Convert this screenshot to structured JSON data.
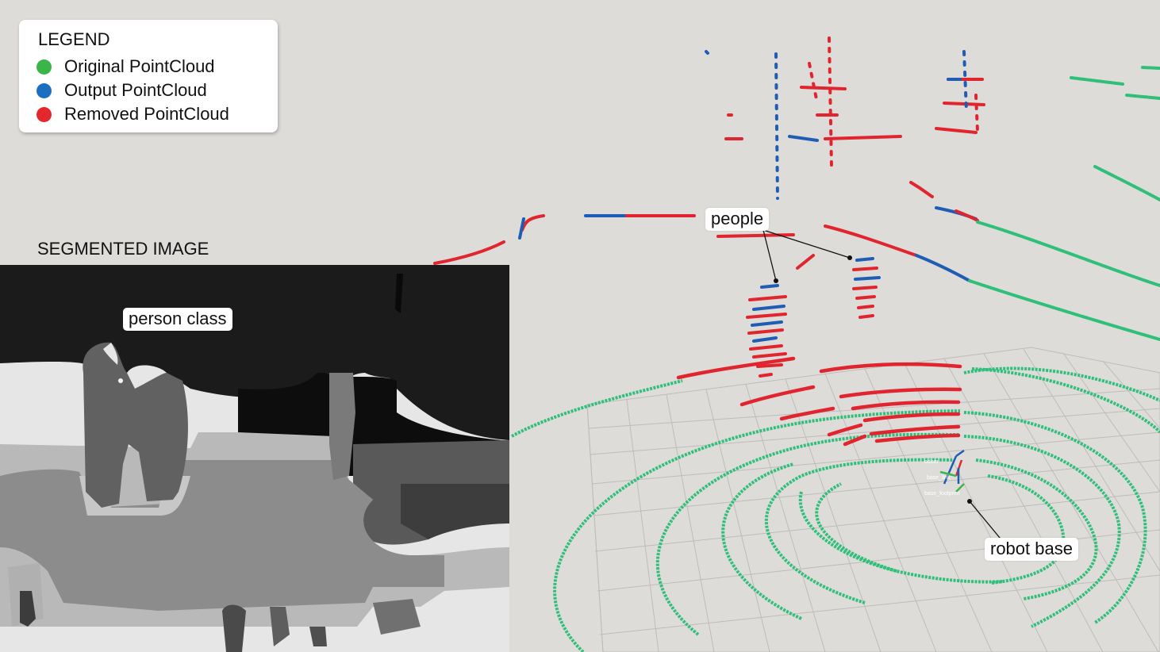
{
  "legend": {
    "title": "LEGEND",
    "items": [
      {
        "label": "Original PointCloud",
        "color": "#3ab54a"
      },
      {
        "label": "Output PointCloud",
        "color": "#1b6fc0"
      },
      {
        "label": "Removed PointCloud",
        "color": "#e4262d"
      }
    ]
  },
  "segmented_image": {
    "title": "SEGMENTED IMAGE",
    "callout": "person class"
  },
  "pointcloud": {
    "people_callout": "people",
    "robot_callout": "robot base",
    "frame_labels": [
      "odom",
      "base_link",
      "base_footprint"
    ]
  },
  "colors": {
    "original": "#2fbf7a",
    "output": "#1f5db5",
    "removed": "#e1252e",
    "background": "#dedcd9",
    "grid": "#bdbcba"
  }
}
